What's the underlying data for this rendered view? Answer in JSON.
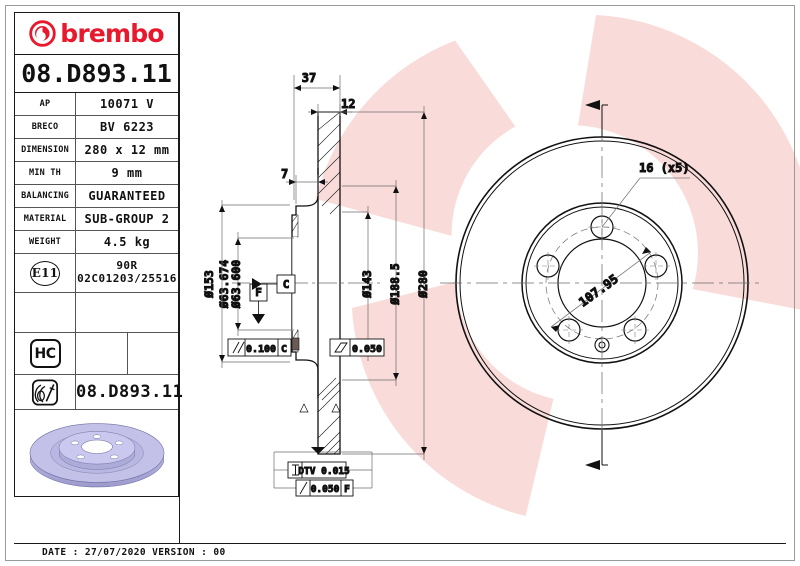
{
  "document": {
    "brand": "brembo",
    "part_number": "08.D893.11",
    "part_number_repeat": "08.D893.11",
    "footer": "DATE : 27/07/2020 VERSION : 00",
    "accent_color": "#e8192c",
    "watermark_color": "#f7d9d6"
  },
  "spec_table": {
    "rows": [
      {
        "label": "AP",
        "value": "10071 V"
      },
      {
        "label": "BRECO",
        "value": "BV 6223"
      },
      {
        "label": "DIMENSION",
        "value": "280 x 12 mm"
      },
      {
        "label": "MIN TH",
        "value": "9 mm"
      },
      {
        "label": "BALANCING",
        "value": "GUARANTEED"
      },
      {
        "label": "MATERIAL",
        "value": "SUB-GROUP 2"
      },
      {
        "label": "WEIGHT",
        "value": "4.5 kg"
      }
    ],
    "homologation": {
      "badge": "E11",
      "line1": "90R",
      "line2": "02C01203/25516"
    },
    "hc_badge": "HC",
    "disc_icon_name": "brake-disc-icon"
  },
  "drawing": {
    "section_view": {
      "dim_width_total": "37",
      "dim_thickness": "12",
      "dim_hat_offset": "7",
      "dim_bore_upper": "63.674",
      "dim_bore_lower": "63.600",
      "dim_d153": "153",
      "dim_d143": "143",
      "dim_d188": "188.5",
      "dim_d280": "280",
      "datum_f": "F",
      "datum_c": "C",
      "tol_parallel": "0.100",
      "tol_parallel_datum": "C",
      "tol_flatness": "0.050",
      "tol_dtv": "DTV 0.015",
      "tol_runout": "0.050",
      "tol_runout_datum": "F",
      "diameter_symbol": "Ø"
    },
    "face_view": {
      "bolt_hole_note": "16 (x5)",
      "pcd": "107.95"
    }
  }
}
